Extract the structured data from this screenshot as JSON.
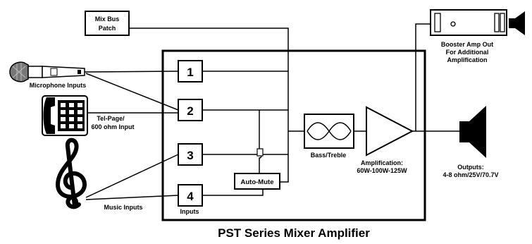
{
  "title": "PST Series Mixer Amplifier",
  "mix_bus": {
    "line1": "Mix Bus",
    "line2": "Patch"
  },
  "inputs": {
    "channels": [
      "1",
      "2",
      "3",
      "4"
    ],
    "inputs_label": "Inputs"
  },
  "sources": {
    "microphone": "Microphone Inputs",
    "telpage_line1": "Tel-Page/",
    "telpage_line2": "600 ohm Input",
    "music": "Music Inputs"
  },
  "automute": "Auto-Mute",
  "eq": "Bass/Treble",
  "amp": {
    "line1": "Amplification:",
    "line2": "60W-100W-125W"
  },
  "booster": {
    "line1": "Booster Amp Out",
    "line2": "For Additional",
    "line3": "Amplification"
  },
  "outputs": {
    "line1": "Outputs:",
    "line2": "4-8 ohm/25V/70.7V"
  },
  "icons": [
    "microphone-icon",
    "telephone-icon",
    "treble-clef-icon",
    "speaker-icon",
    "booster-amp-icon"
  ]
}
